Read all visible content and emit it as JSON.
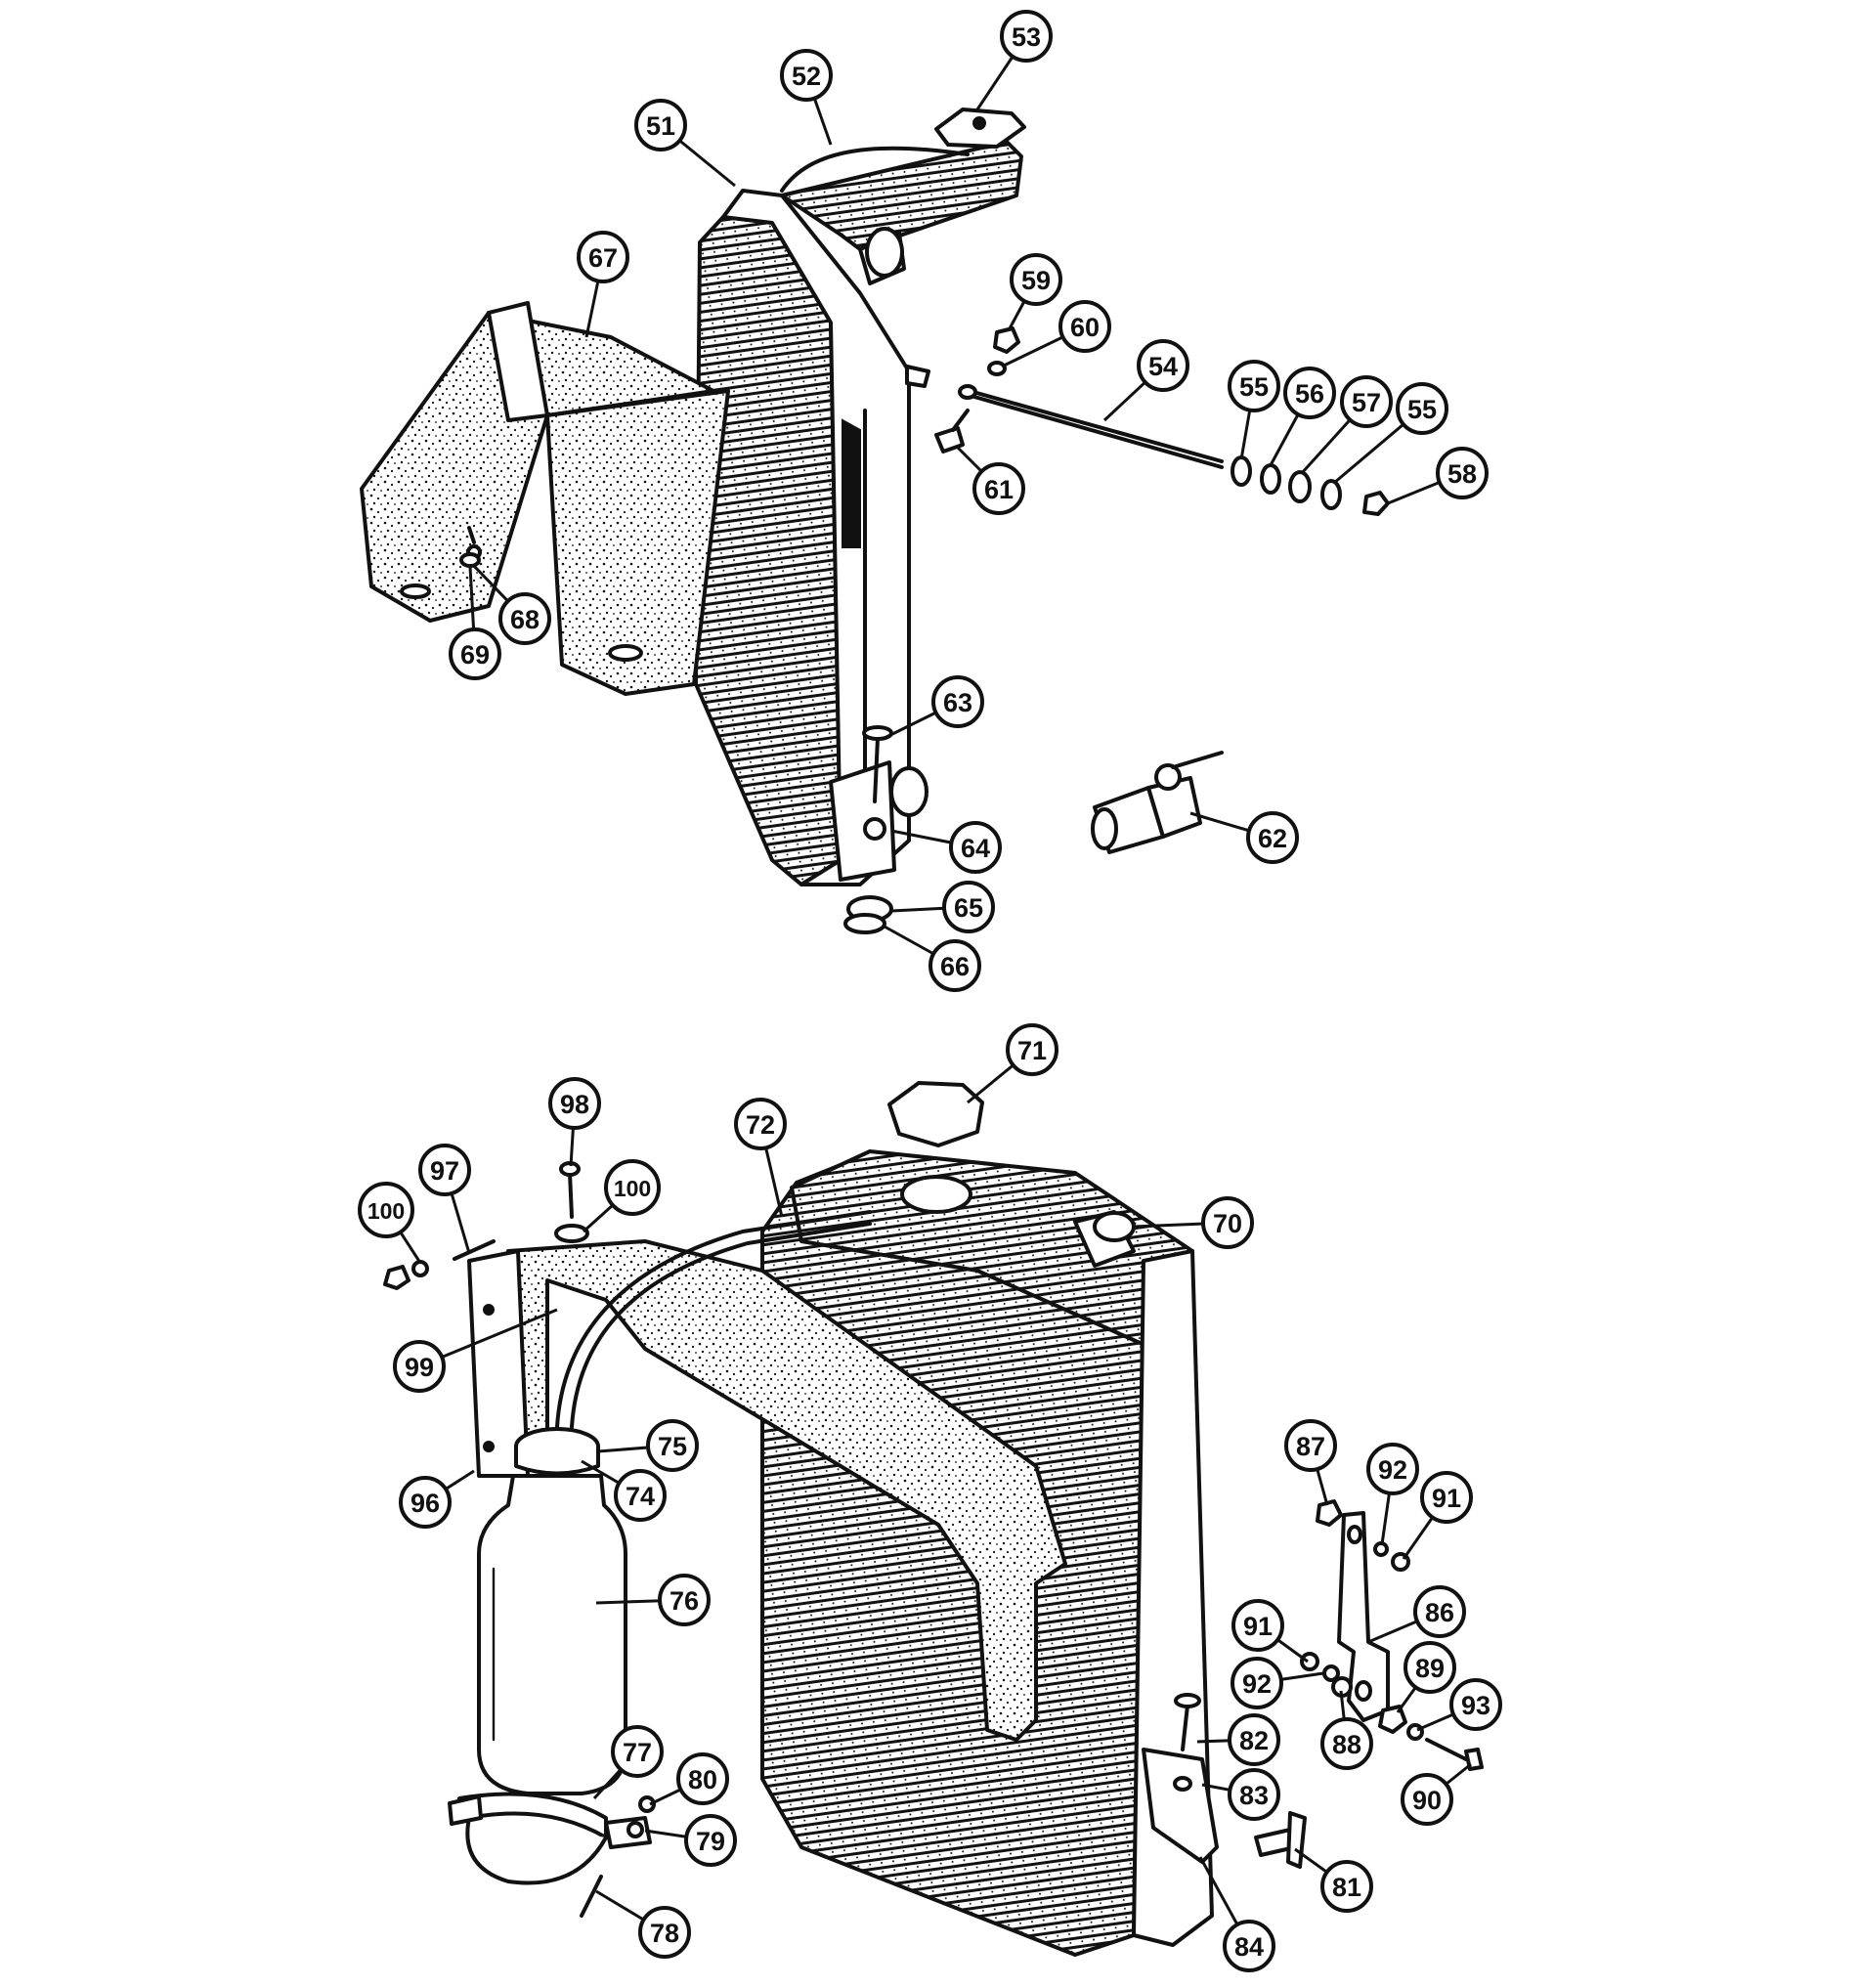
{
  "diagram": {
    "upper_assembly": {
      "callouts": [
        {
          "id": "c51",
          "label": "51"
        },
        {
          "id": "c52",
          "label": "52"
        },
        {
          "id": "c53",
          "label": "53"
        },
        {
          "id": "c54",
          "label": "54"
        },
        {
          "id": "c55a",
          "label": "55"
        },
        {
          "id": "c56",
          "label": "56"
        },
        {
          "id": "c57",
          "label": "57"
        },
        {
          "id": "c55b",
          "label": "55"
        },
        {
          "id": "c58",
          "label": "58"
        },
        {
          "id": "c59",
          "label": "59"
        },
        {
          "id": "c60",
          "label": "60"
        },
        {
          "id": "c61",
          "label": "61"
        },
        {
          "id": "c62",
          "label": "62"
        },
        {
          "id": "c63",
          "label": "63"
        },
        {
          "id": "c64",
          "label": "64"
        },
        {
          "id": "c65",
          "label": "65"
        },
        {
          "id": "c66",
          "label": "66"
        },
        {
          "id": "c67",
          "label": "67"
        },
        {
          "id": "c68",
          "label": "68"
        },
        {
          "id": "c69",
          "label": "69"
        }
      ]
    },
    "lower_assembly": {
      "callouts": [
        {
          "id": "c70",
          "label": "70"
        },
        {
          "id": "c71",
          "label": "71"
        },
        {
          "id": "c72",
          "label": "72"
        },
        {
          "id": "c74",
          "label": "74"
        },
        {
          "id": "c75",
          "label": "75"
        },
        {
          "id": "c76",
          "label": "76"
        },
        {
          "id": "c77",
          "label": "77"
        },
        {
          "id": "c78",
          "label": "78"
        },
        {
          "id": "c79",
          "label": "79"
        },
        {
          "id": "c80",
          "label": "80"
        },
        {
          "id": "c81",
          "label": "81"
        },
        {
          "id": "c82",
          "label": "82"
        },
        {
          "id": "c83",
          "label": "83"
        },
        {
          "id": "c84",
          "label": "84"
        },
        {
          "id": "c86",
          "label": "86"
        },
        {
          "id": "c87",
          "label": "87"
        },
        {
          "id": "c88",
          "label": "88"
        },
        {
          "id": "c89",
          "label": "89"
        },
        {
          "id": "c90",
          "label": "90"
        },
        {
          "id": "c91a",
          "label": "91"
        },
        {
          "id": "c91b",
          "label": "91"
        },
        {
          "id": "c92a",
          "label": "92"
        },
        {
          "id": "c92b",
          "label": "92"
        },
        {
          "id": "c93",
          "label": "93"
        },
        {
          "id": "c96",
          "label": "96"
        },
        {
          "id": "c97",
          "label": "97"
        },
        {
          "id": "c98",
          "label": "98"
        },
        {
          "id": "c99",
          "label": "99"
        },
        {
          "id": "c100a",
          "label": "100"
        },
        {
          "id": "c100b",
          "label": "100"
        }
      ]
    },
    "colors": {
      "ink": "#111111",
      "paper": "#ffffff"
    }
  }
}
